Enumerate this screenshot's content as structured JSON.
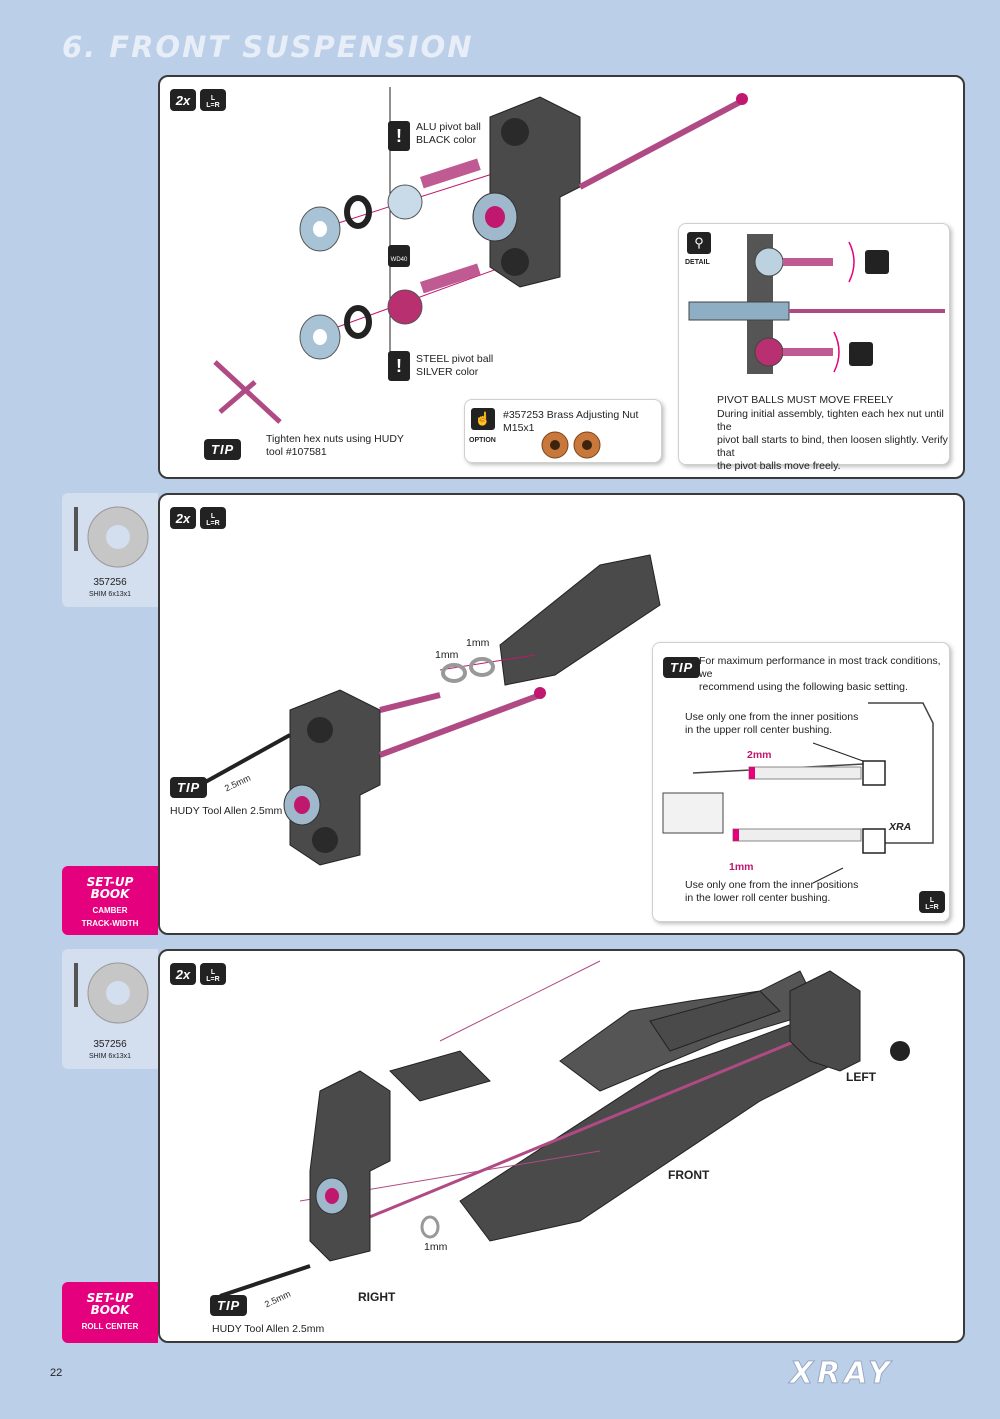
{
  "page": {
    "title": "6. FRONT SUSPENSION",
    "number": "22",
    "brand": "XRAY"
  },
  "colors": {
    "background": "#bccfe9",
    "accent": "#e5007e",
    "panel_border": "#3a3a3a"
  },
  "badges": {
    "qty": "2x",
    "sym_top": "L",
    "sym_bottom": "L=R"
  },
  "step1": {
    "alu_ball": [
      "ALU pivot ball",
      "BLACK color"
    ],
    "steel_ball": [
      "STEEL pivot ball",
      "SILVER color"
    ],
    "wd": "WD40",
    "warn": "!",
    "tip_badge": "TIP",
    "tip_text": [
      "Tighten hex nuts using HUDY",
      "tool #107581"
    ],
    "option_label": "OPTION",
    "option_text": "#357253 Brass Adjusting Nut M15x1",
    "detail_label": "DETAIL",
    "detail_title": "PIVOT BALLS MUST MOVE FREELY",
    "detail_text": [
      "During initial assembly, tighten each hex nut until the",
      "pivot ball starts to bind, then loosen slightly.  Verify that",
      "the pivot balls move freely."
    ]
  },
  "step2": {
    "part_number": "357256",
    "part_desc": "SHIM 6x13x1",
    "shim_a": "1mm",
    "shim_b": "1mm",
    "tip_badge": "TIP",
    "allen_size": "2.5mm",
    "tool_text": "HUDY Tool Allen 2.5mm",
    "setup_title": [
      "SET-UP",
      "BOOK"
    ],
    "setup_sub": [
      "CAMBER",
      "TRACK-WIDTH"
    ],
    "tip_box_text": [
      "For maximum performance in most track conditions, we",
      "recommend using the following basic setting."
    ],
    "upper_text": [
      "Use only one from the inner positions",
      "in the upper roll center bushing."
    ],
    "upper_mm": "2mm",
    "lower_mm": "1mm",
    "lower_text": [
      "Use only one from the inner positions",
      "in the lower roll center bushing."
    ],
    "chassis_label": "XRA"
  },
  "step3": {
    "part_number": "357256",
    "part_desc": "SHIM 6x13x1",
    "left_label": "LEFT",
    "front_label": "FRONT",
    "right_label": "RIGHT",
    "shim": "1mm",
    "tip_badge": "TIP",
    "allen_size": "2.5mm",
    "tool_text": "HUDY Tool Allen 2.5mm",
    "setup_title": [
      "SET-UP",
      "BOOK"
    ],
    "setup_sub": "ROLL CENTER"
  }
}
